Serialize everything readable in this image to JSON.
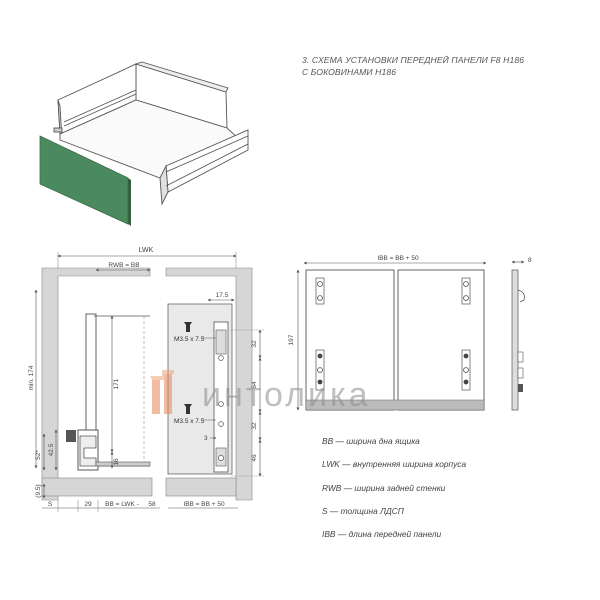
{
  "title": {
    "line1": "3. СХЕМА УСТАНОВКИ ПЕРЕДНЕЙ ПАНЕЛИ F8  H186",
    "line2": "С БОКОВИНАМИ H186"
  },
  "colors": {
    "front_panel": "#4b8a5e",
    "grey_fill": "#d6d6d6",
    "line": "#555555",
    "watermark_logo": "#e8875a",
    "watermark_text": "#8c8c8c"
  },
  "dimensions": {
    "lwk": "LWK",
    "rwb": "RWB = BB",
    "min174": "min. 174",
    "d171": "171",
    "d52": "52*",
    "d42_5": "42.5",
    "d16": "16",
    "d9_5": "(9.5)",
    "s": "S",
    "d29": "29",
    "bb_formula": "BB = LWK -",
    "d58": "58",
    "ibb_formula": "IBB = BB + 50",
    "d17_5": "17.5",
    "screw": "M3.5 x 7.5",
    "d32": "32",
    "d64": "64",
    "d3": "3",
    "d46": "46",
    "ibb_top": "IBB = BB + 50",
    "d197": "197",
    "d8": "8"
  },
  "legend": [
    "BB — ширина дна ящика",
    "LWK — внутренняя ширина корпуса",
    "RWB — ширина задней стенки",
    "S — толщина ЛДСП",
    "IBB — длина передней панели"
  ],
  "watermark": {
    "text": "интолика"
  }
}
